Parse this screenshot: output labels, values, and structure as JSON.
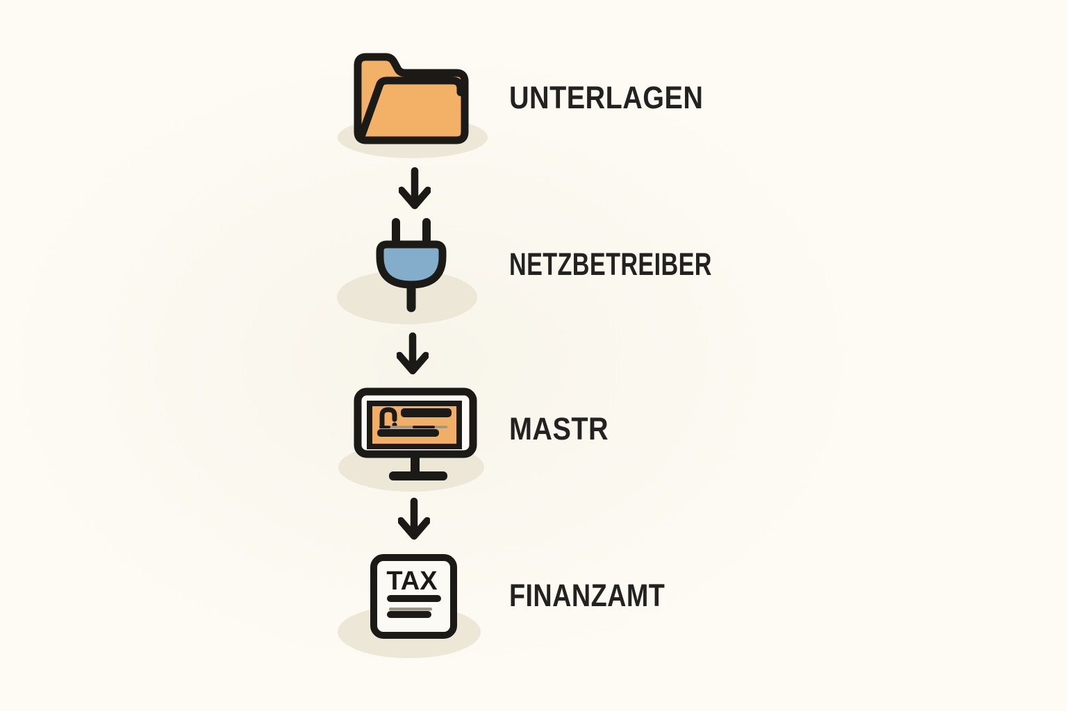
{
  "diagram": {
    "description": "Vertical process flow with four steps connected by downward arrows",
    "steps": [
      {
        "id": "unterlagen",
        "label": "UNTERLAGEN",
        "icon": "folder-icon"
      },
      {
        "id": "netzbetreiber",
        "label": "NETZBETREIBER",
        "icon": "plug-icon"
      },
      {
        "id": "mastr",
        "label": "MASTR",
        "icon": "monitor-icon"
      },
      {
        "id": "finanzamt",
        "label": "FINANZAMT",
        "icon": "tax-document-icon"
      }
    ],
    "connector_icon": "arrow-down-icon",
    "tax_document_text": "TAX"
  },
  "colors": {
    "background": "#FDFBF4",
    "outline": "#1C1A17",
    "folder_orange": "#F3B167",
    "plug_blue": "#83ADCB",
    "screen_orange": "#F0AE66",
    "shadow_beige": "#EDE7D7",
    "paper_white": "#FBFAF5",
    "line_gray": "#9A968C",
    "text": "#232220"
  }
}
